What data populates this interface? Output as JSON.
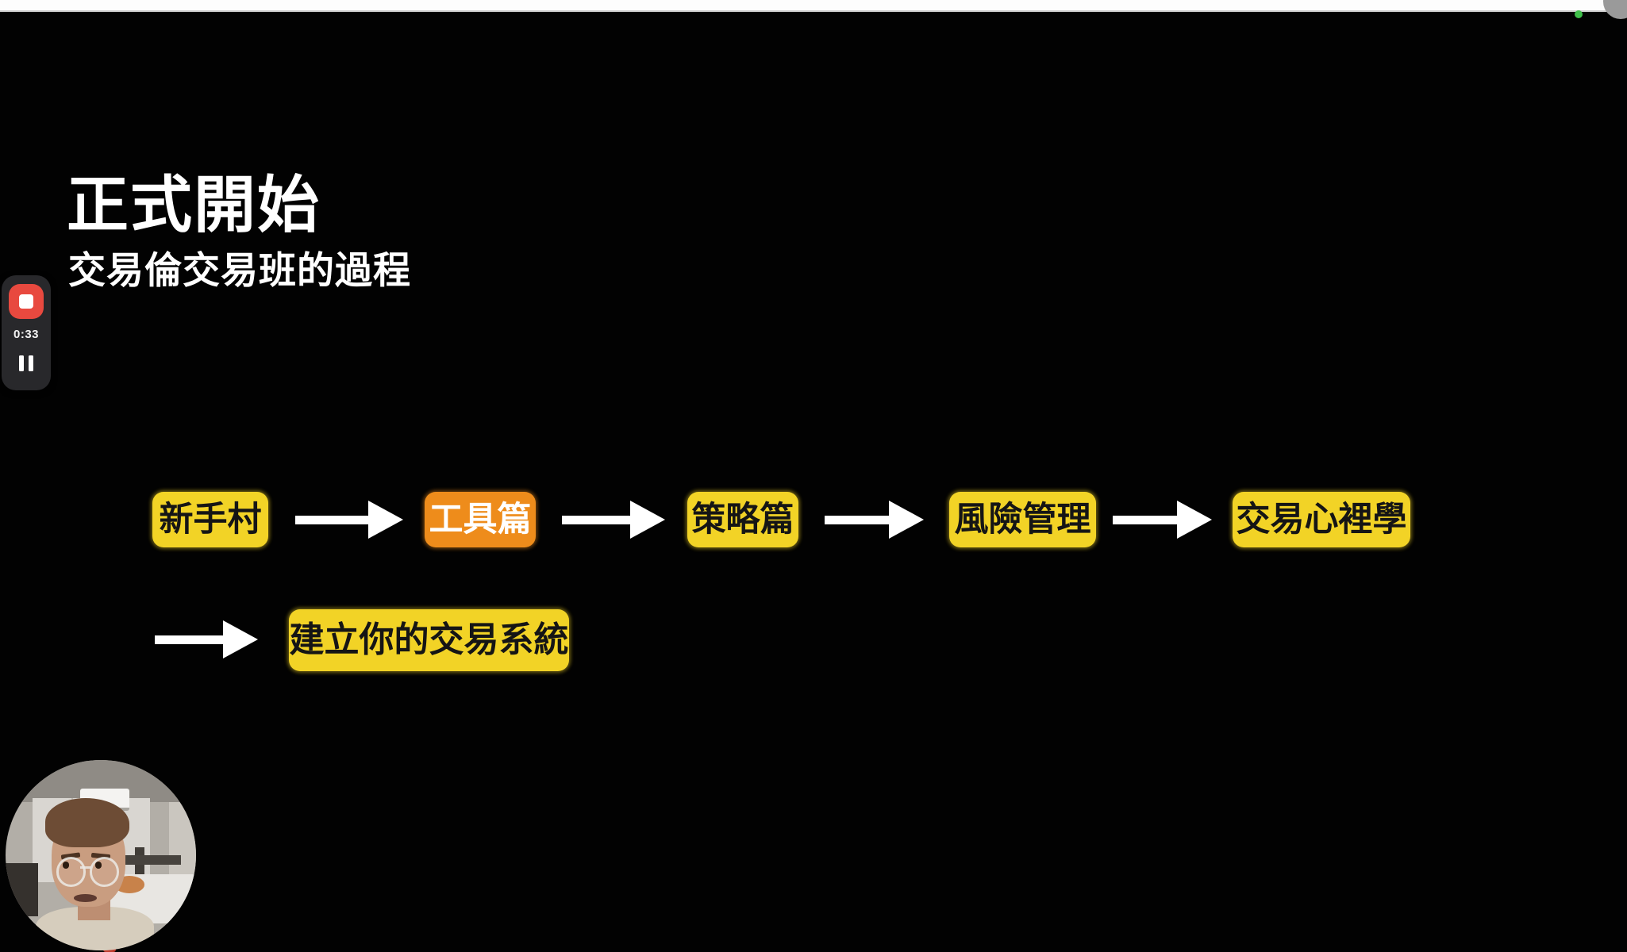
{
  "page": {
    "background_color": "#020202"
  },
  "top_bar": {
    "bar_color": "#fdfdfd",
    "corner_circle_color": "#9a9a9a",
    "green_dot_color": "#3fbf4a"
  },
  "slide": {
    "title": "正式開始",
    "subtitle": "交易倫交易班的過程",
    "text_color": "#ffffff"
  },
  "recorder": {
    "timer": "0:33",
    "stop_button_color": "#e8493f",
    "panel_color": "#28282b",
    "icons": {
      "stop": "stop-icon",
      "pause": "pause-icon"
    }
  },
  "flow": {
    "colors": {
      "yellow": "#f2d326",
      "orange": "#ee8c1b",
      "arrow": "#ffffff",
      "box_text": "#151515"
    },
    "row1": [
      {
        "label": "新手村",
        "variant": "yellow"
      },
      {
        "label": "工具篇",
        "variant": "orange"
      },
      {
        "label": "策略篇",
        "variant": "yellow"
      },
      {
        "label": "風險管理",
        "variant": "yellow"
      },
      {
        "label": "交易心裡學",
        "variant": "yellow"
      }
    ],
    "row2": [
      {
        "label": "建立你的交易系統",
        "variant": "yellow"
      }
    ]
  }
}
